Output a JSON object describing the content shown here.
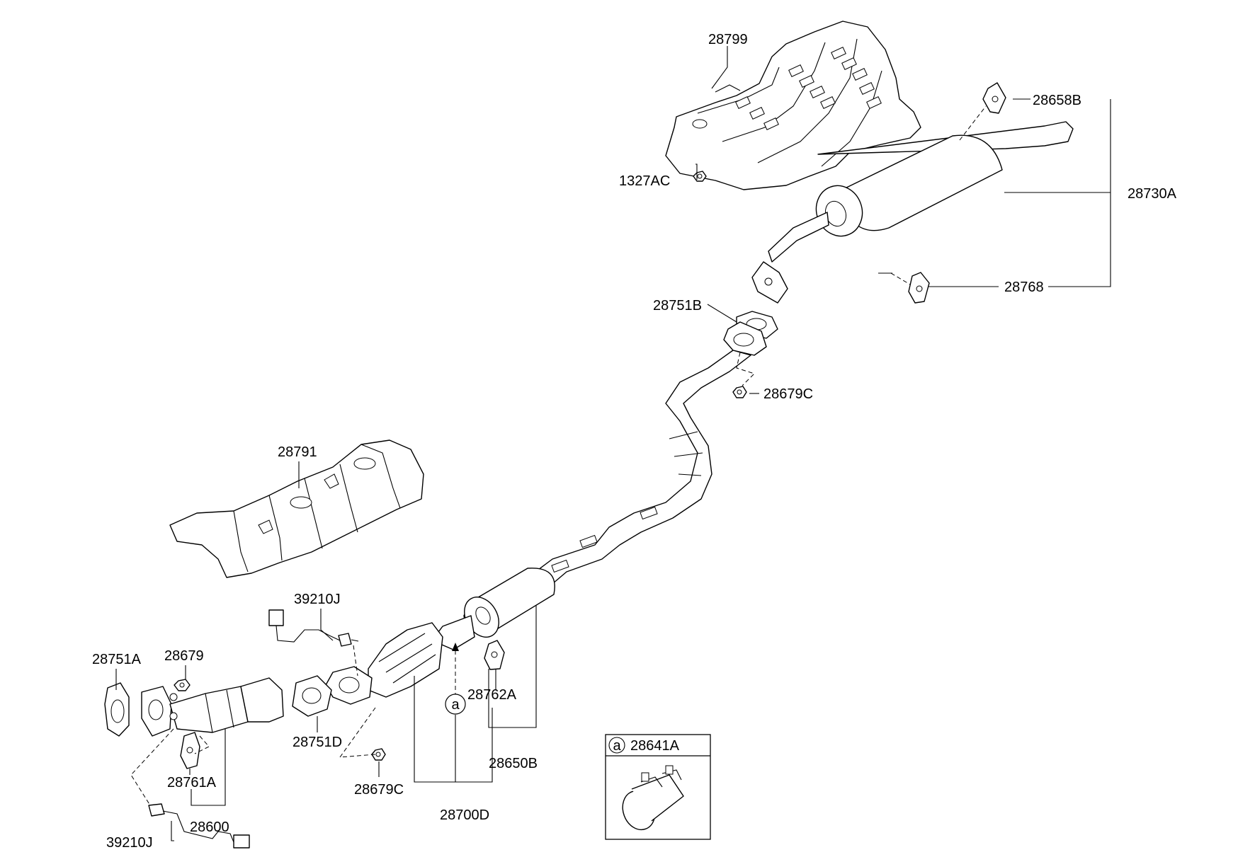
{
  "labels": {
    "l28799": "28799",
    "l28658B": "28658B",
    "l1327AC": "1327AC",
    "l28730A": "28730A",
    "l28751B": "28751B",
    "l28768": "28768",
    "l28679C_top": "28679C",
    "l28791": "28791",
    "l39210J_top": "39210J",
    "l28751A": "28751A",
    "l28679": "28679",
    "l28762A": "28762A",
    "l28751D": "28751D",
    "l28650B": "28650B",
    "l28761A": "28761A",
    "l28679C_bottom": "28679C",
    "l28600": "28600",
    "l28700D": "28700D",
    "l39210J_bottom": "39210J",
    "marker_a": "a",
    "inset_marker": "a",
    "inset_part": "28641A"
  }
}
